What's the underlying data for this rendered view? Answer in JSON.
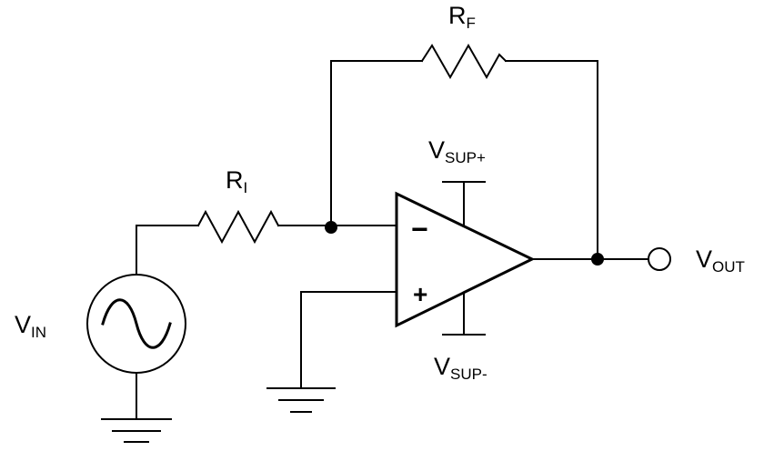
{
  "diagram": {
    "type": "inverting-amplifier-schematic",
    "labels": {
      "rf": {
        "main": "R",
        "sub": "F"
      },
      "ri": {
        "main": "R",
        "sub": "I"
      },
      "vin": {
        "main": "V",
        "sub": "IN"
      },
      "vout": {
        "main": "V",
        "sub": "OUT"
      },
      "vsup_pos": {
        "main": "V",
        "sub": "SUP+"
      },
      "vsup_neg": {
        "main": "V",
        "sub": "SUP-"
      }
    },
    "opamp": {
      "inverting_sign": "−",
      "noninverting_sign": "+"
    },
    "colors": {
      "wire": "#000000",
      "background": "#ffffff"
    }
  }
}
